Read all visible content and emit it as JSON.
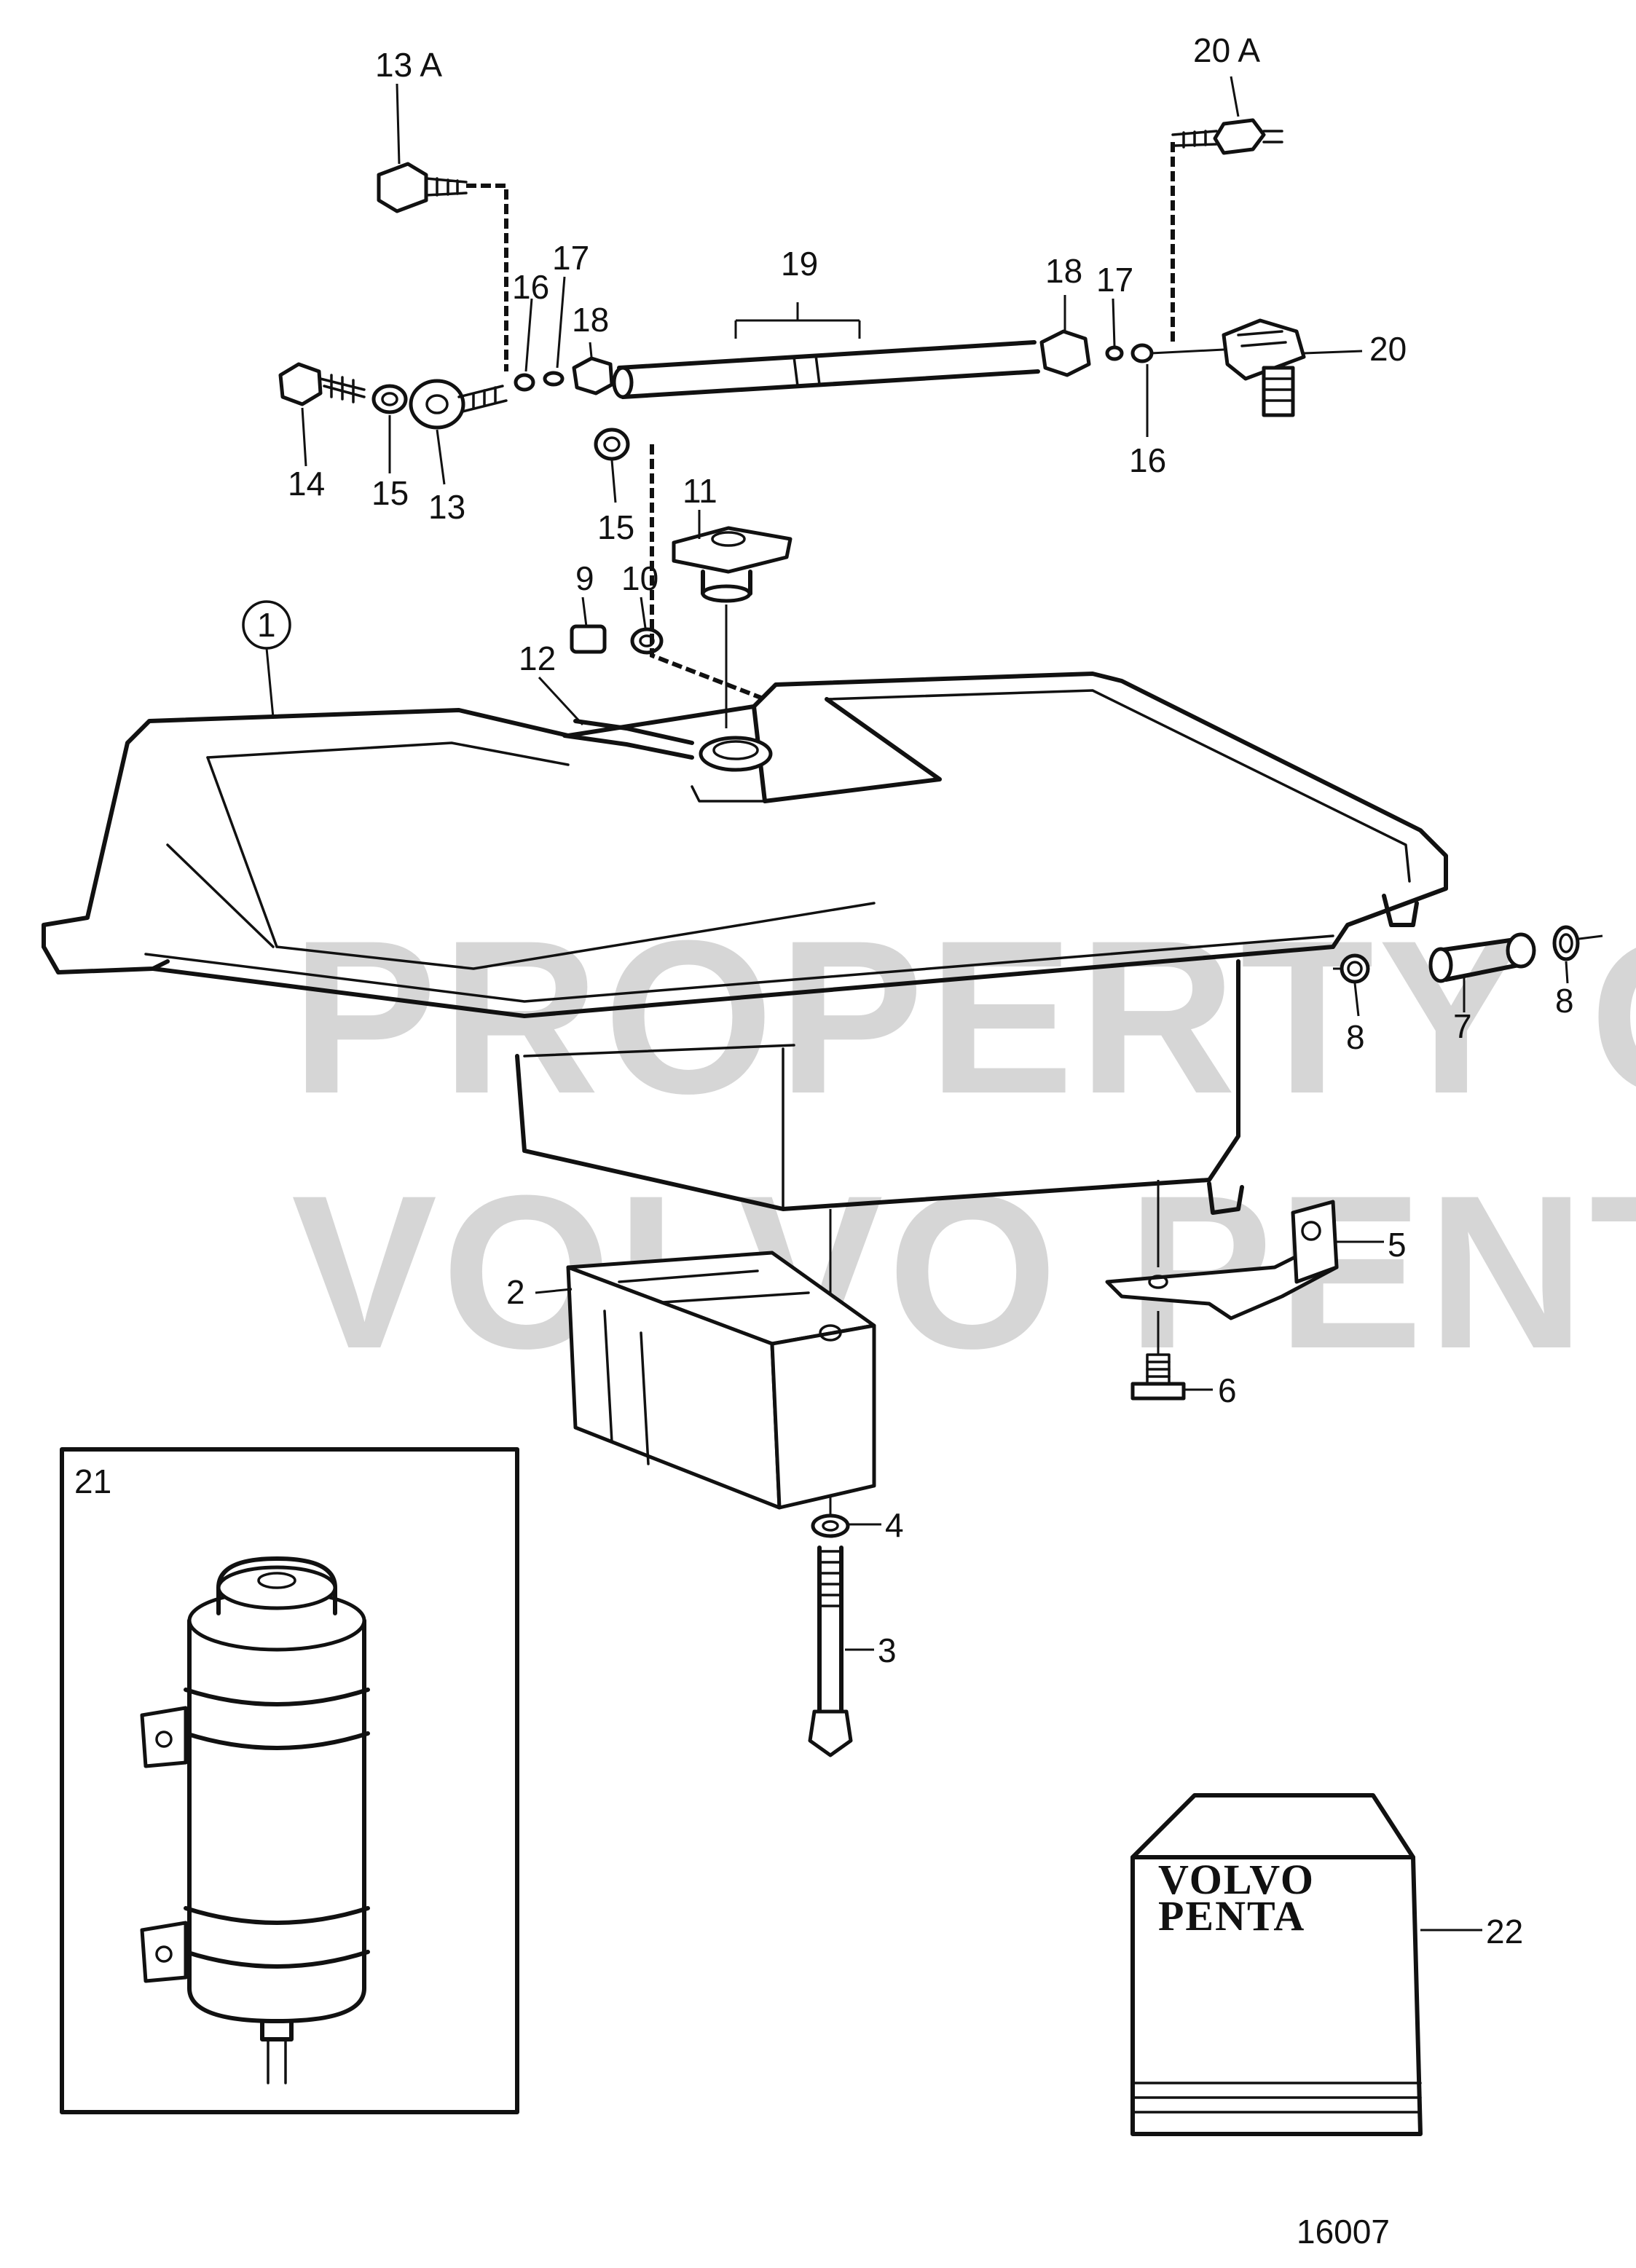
{
  "watermark": {
    "line1": "PROPERTY OF",
    "line2": "VOLVO PENTA"
  },
  "logo": {
    "line1": "VOLVO",
    "line2": "PENTA"
  },
  "figure_number": "16007",
  "callouts": {
    "c13A": "13 A",
    "c20A": "20 A",
    "c17a": "17",
    "c16a": "16",
    "c18a": "18",
    "c19": "19",
    "c18b": "18",
    "c17b": "17",
    "c20": "20",
    "c16b": "16",
    "c14": "14",
    "c15a": "15",
    "c13": "13",
    "c15b": "15",
    "c11": "11",
    "c1": "1",
    "c9": "9",
    "c10": "10",
    "c12": "12",
    "c8a": "8",
    "c7": "7",
    "c8b": "8",
    "c5": "5",
    "c2": "2",
    "c6": "6",
    "c4": "4",
    "c3": "3",
    "c21": "21",
    "c22": "22"
  }
}
